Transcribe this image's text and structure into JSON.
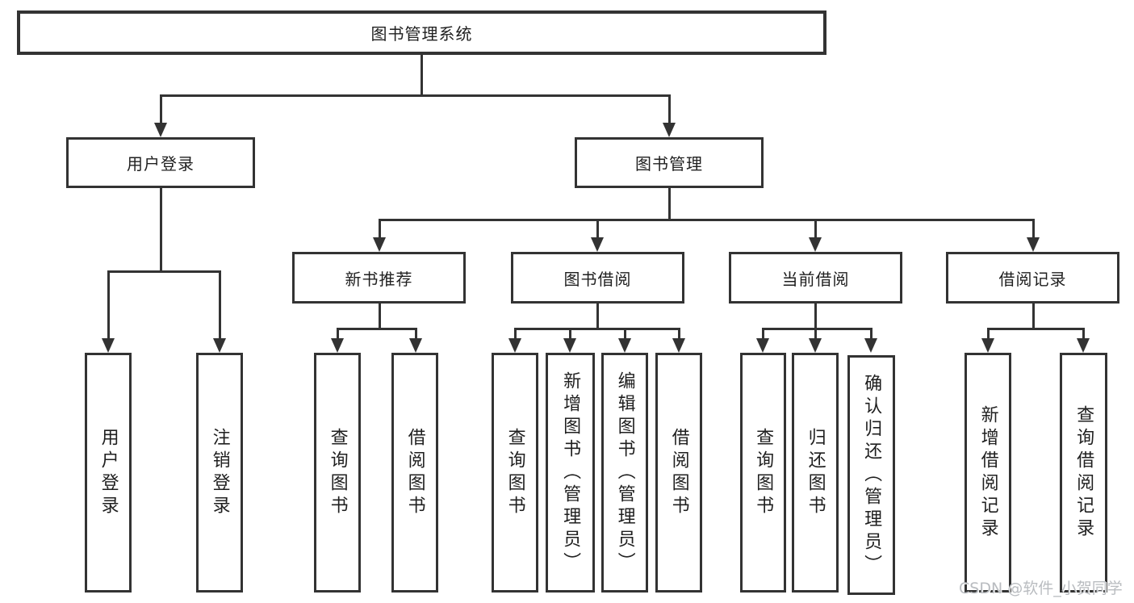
{
  "diagram": {
    "type": "hierarchy-tree",
    "background": "#ffffff",
    "line_color": "#333333",
    "text_color": "#1f1f1f",
    "root": {
      "label": "图书管理系统"
    },
    "branches": [
      {
        "label": "用户登录",
        "children": [
          {
            "label": "用户登录"
          },
          {
            "label": "注销登录"
          }
        ]
      },
      {
        "label": "图书管理",
        "children": [
          {
            "label": "新书推荐",
            "children": [
              {
                "label": "查询图书"
              },
              {
                "label": "借阅图书"
              }
            ]
          },
          {
            "label": "图书借阅",
            "children": [
              {
                "label": "查询图书"
              },
              {
                "label": "新增图书（管理员）"
              },
              {
                "label": "编辑图书（管理员）"
              },
              {
                "label": "借阅图书"
              }
            ]
          },
          {
            "label": "当前借阅",
            "children": [
              {
                "label": "查询图书"
              },
              {
                "label": "归还图书"
              },
              {
                "label": "确认归还（管理员）"
              }
            ]
          },
          {
            "label": "借阅记录",
            "children": [
              {
                "label": "新增借阅记录"
              },
              {
                "label": "查询借阅记录"
              }
            ]
          }
        ]
      }
    ],
    "watermark": {
      "text": "CSDN @软件_小贺同学",
      "color": "#b9bcc0"
    }
  }
}
